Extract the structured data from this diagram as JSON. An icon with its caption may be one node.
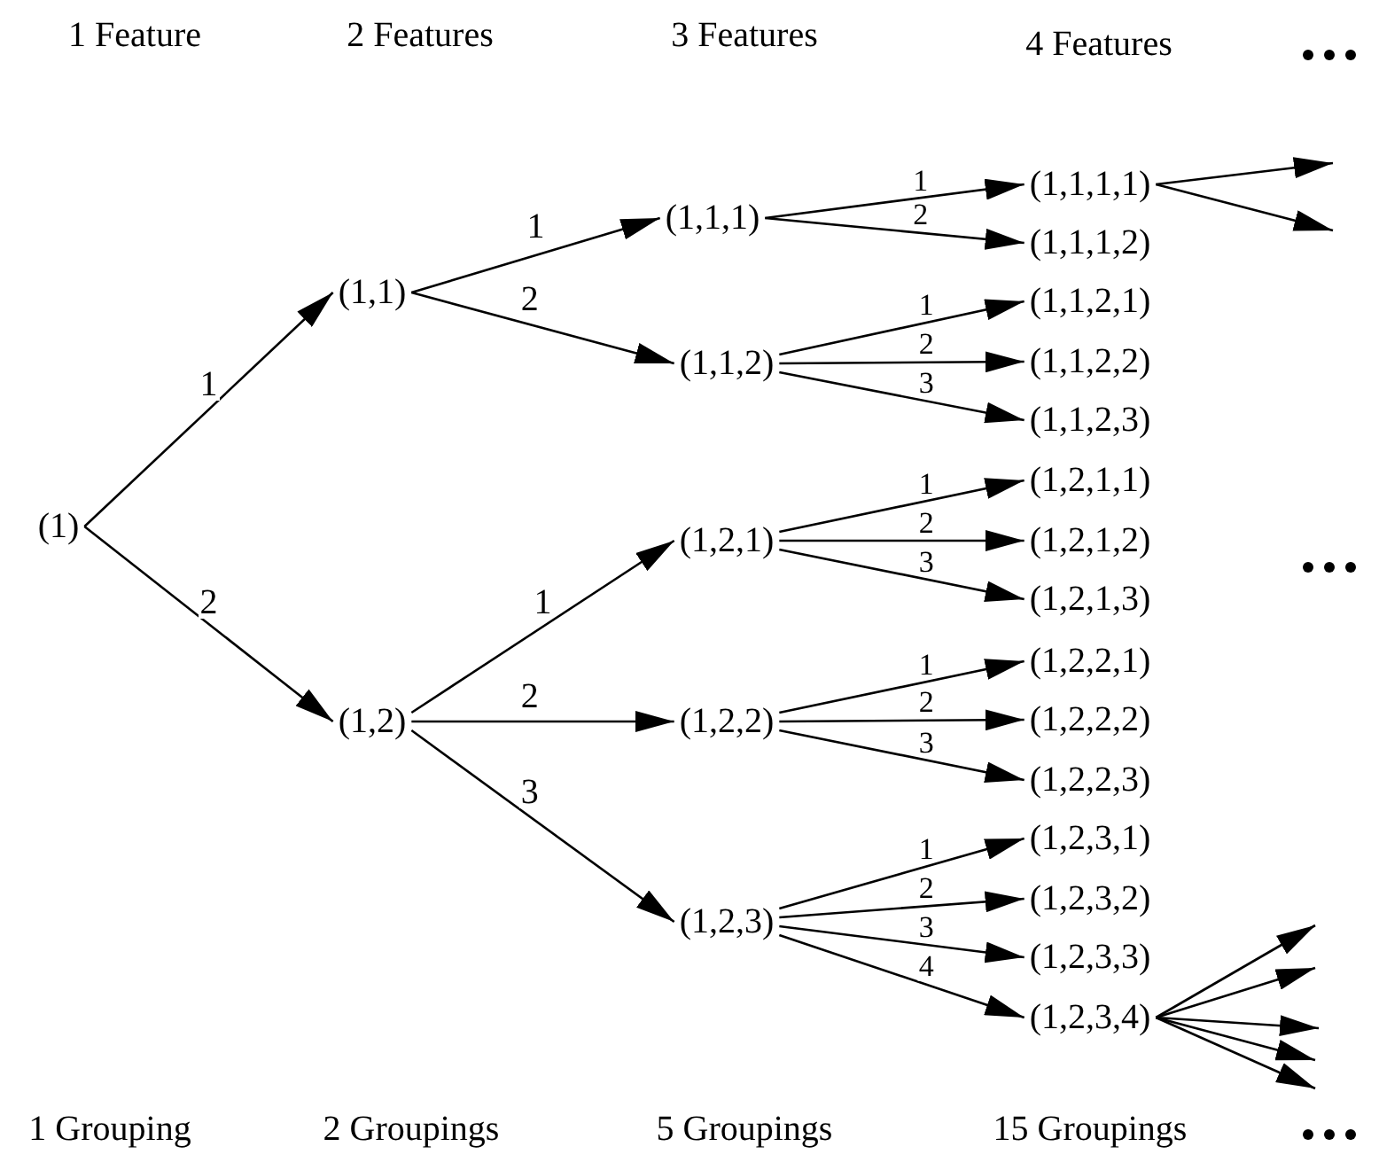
{
  "diagram": {
    "nodes": [
      {
        "text": [
          "(1)"
        ]
      },
      {
        "text": [
          "(1,1)"
        ]
      },
      {
        "text": [
          "(1,2)"
        ]
      },
      {
        "text": [
          "(1,1,1)"
        ]
      },
      {
        "text": [
          "(1,1,2)"
        ]
      },
      {
        "text": [
          "(1,2,1)"
        ]
      },
      {
        "text": [
          "(1,2,2)"
        ]
      },
      {
        "text": [
          "(1,2,3)"
        ]
      },
      {
        "text": [
          "(1,1,1,1)"
        ]
      },
      {
        "text": [
          "(1,1,1,2)"
        ]
      },
      {
        "text": [
          "(1,1,2,1)"
        ]
      },
      {
        "text": [
          "(1,1,2,2)"
        ]
      },
      {
        "text": [
          "(1,1,2,3)"
        ]
      },
      {
        "text": [
          "(1,2,1,1)"
        ]
      },
      {
        "text": [
          "(1,2,1,2)"
        ]
      },
      {
        "text": [
          "(1,2,1,3)"
        ]
      },
      {
        "text": [
          "(1,2,2,1)"
        ]
      },
      {
        "text": [
          "(1,2,2,2)"
        ]
      },
      {
        "text": [
          "(1,2,2,3)"
        ]
      },
      {
        "text": [
          "(1,2,3,1)"
        ]
      },
      {
        "text": [
          "(1,2,3,2)"
        ]
      },
      {
        "text": [
          "(1,2,3,3)"
        ]
      },
      {
        "text": [
          "(1,2,3,4)"
        ]
      }
    ],
    "edges": [
      {
        "from": 0,
        "to": 1,
        "arrow": "to",
        "label": "1"
      },
      {
        "from": 0,
        "to": 2,
        "arrow": "to",
        "label": "2"
      },
      {
        "from": 1,
        "to": 3,
        "arrow": "to",
        "label": "1"
      },
      {
        "from": 1,
        "to": 4,
        "arrow": "to",
        "label": "2"
      },
      {
        "from": 2,
        "to": 5,
        "arrow": "to",
        "label": "1"
      },
      {
        "from": 2,
        "to": 6,
        "arrow": "to",
        "label": "2"
      },
      {
        "from": 2,
        "to": 7,
        "arrow": "to",
        "label": "3"
      },
      {
        "from": 3,
        "to": 8,
        "arrow": "to",
        "label": "1"
      },
      {
        "from": 3,
        "to": 9,
        "arrow": "to",
        "label": "2"
      },
      {
        "from": 4,
        "to": 10,
        "arrow": "to",
        "label": "1"
      },
      {
        "from": 4,
        "to": 11,
        "arrow": "to",
        "label": "2"
      },
      {
        "from": 4,
        "to": 12,
        "arrow": "to",
        "label": "3"
      },
      {
        "from": 5,
        "to": 13,
        "arrow": "to",
        "label": "1"
      },
      {
        "from": 5,
        "to": 14,
        "arrow": "to",
        "label": "2"
      },
      {
        "from": 5,
        "to": 15,
        "arrow": "to",
        "label": "3"
      },
      {
        "from": 6,
        "to": 16,
        "arrow": "to",
        "label": "1"
      },
      {
        "from": 6,
        "to": 17,
        "arrow": "to",
        "label": "2"
      },
      {
        "from": 6,
        "to": 18,
        "arrow": "to",
        "label": "3"
      },
      {
        "from": 7,
        "to": 19,
        "arrow": "to",
        "label": "1"
      },
      {
        "from": 7,
        "to": 20,
        "arrow": "to",
        "label": "2"
      },
      {
        "from": 7,
        "to": 21,
        "arrow": "to",
        "label": "3"
      },
      {
        "from": 7,
        "to": 22,
        "arrow": "to",
        "label": "4"
      },
      {
        "from": 8,
        "to": null,
        "arrow": "to"
      },
      {
        "from": 8,
        "to": null,
        "arrow": "to"
      },
      {
        "from": 22,
        "to": null,
        "arrow": "to"
      },
      {
        "from": 22,
        "to": null,
        "arrow": "to"
      },
      {
        "from": 22,
        "to": null,
        "arrow": "to"
      },
      {
        "from": 22,
        "to": null,
        "arrow": "to"
      },
      {
        "from": 22,
        "to": null,
        "arrow": "to"
      }
    ],
    "labels": [
      "1 Feature",
      "2 Features",
      "3 Features",
      "4 Features",
      "1 Grouping",
      "2 Groupings",
      "5 Groupings",
      "15 Groupings"
    ]
  }
}
